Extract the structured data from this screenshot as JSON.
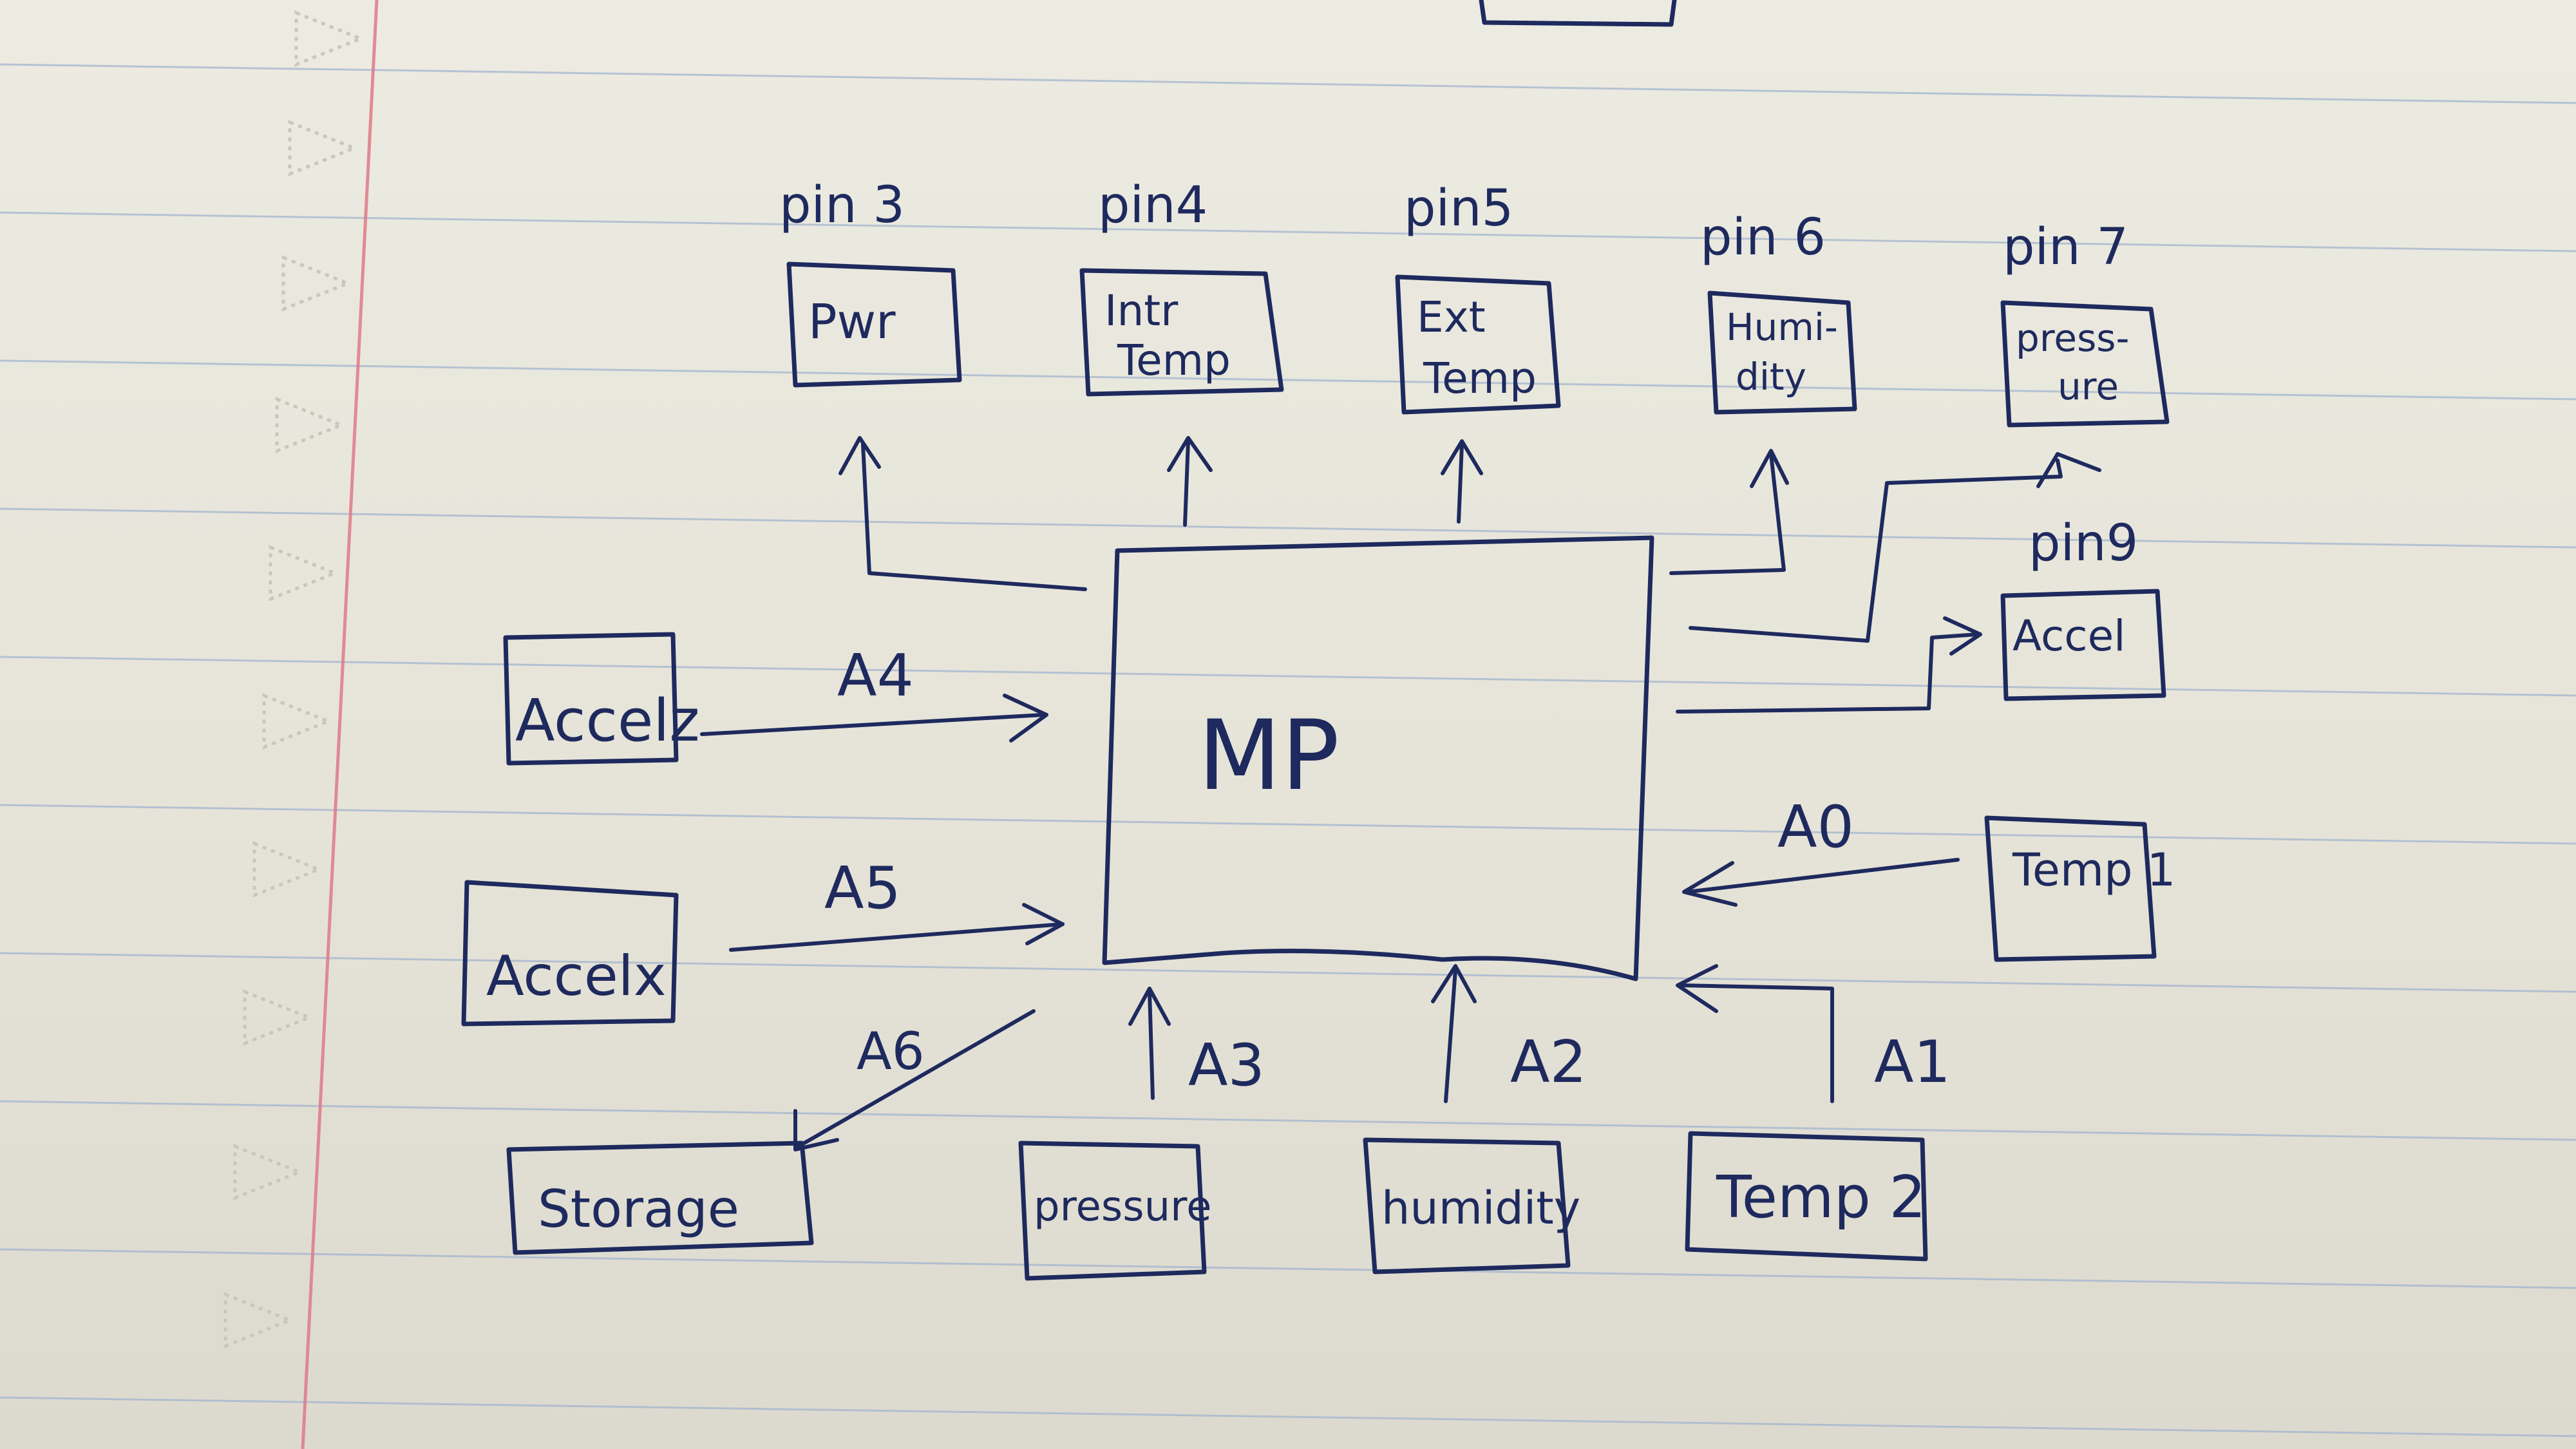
{
  "diagram": {
    "processor": {
      "label": "MP"
    },
    "outputs": [
      {
        "pin": "pin 3",
        "lines": [
          "Pwr"
        ]
      },
      {
        "pin": "pin4",
        "lines": [
          "Intr",
          "Temp"
        ]
      },
      {
        "pin": "pin5",
        "lines": [
          "Ext",
          "Temp"
        ]
      },
      {
        "pin": "pin 6",
        "lines": [
          "Humi-",
          "dity"
        ]
      },
      {
        "pin": "pin 7",
        "lines": [
          "press-",
          "ure"
        ]
      },
      {
        "pin": "pin9",
        "lines": [
          "Accel"
        ]
      }
    ],
    "inputs": [
      {
        "label": "Accelz",
        "channel": "A4"
      },
      {
        "label": "Accelx",
        "channel": "A5"
      },
      {
        "label": "Storage",
        "channel": "A6"
      },
      {
        "label": "pressure",
        "channel": "A3"
      },
      {
        "label": "humidity",
        "channel": "A2"
      },
      {
        "label": "Temp 2",
        "channel": "A1"
      },
      {
        "label": "Temp 1",
        "channel": "A0"
      }
    ]
  },
  "style": {
    "ink_color": "#1e2a5e",
    "paper_color": "#e9e6dc",
    "rule_color": "#9fb2cf",
    "margin_color": "#e07a8a"
  }
}
